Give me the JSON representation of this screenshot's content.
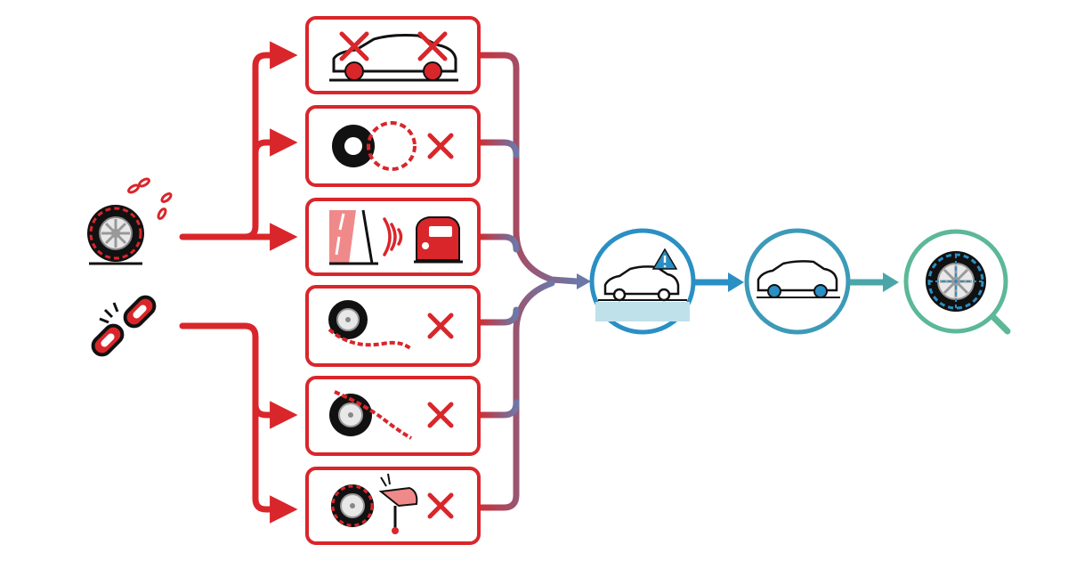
{
  "colors": {
    "problem_red": "#d9262b",
    "dark": "#1a1a1a",
    "link_purple": "#9a5a7a",
    "resolve_blue": "#2a8fc4",
    "resolve_teal": "#4aa6a8",
    "resolve_green": "#5cb897",
    "hazard_pink": "#f08a8a"
  },
  "sources": [
    {
      "id": "worn-chain",
      "icon": "tire-with-broken-chain-icon"
    },
    {
      "id": "broken-link",
      "icon": "broken-chain-link-icon"
    }
  ],
  "problem_cards": [
    {
      "id": "car-wheel-damage",
      "icon": "car-with-crossed-wheels-icon",
      "status": "fail"
    },
    {
      "id": "chain-mismatch",
      "icon": "tire-and-loose-chain-icon",
      "status": "fail"
    },
    {
      "id": "lane-departure",
      "icon": "road-warning-car-icon",
      "status": "alert"
    },
    {
      "id": "chain-dragging",
      "icon": "tire-with-dragging-chain-icon",
      "status": "fail"
    },
    {
      "id": "chain-slipping",
      "icon": "tire-with-slipping-chain-icon",
      "status": "fail"
    },
    {
      "id": "body-impact",
      "icon": "chain-hitting-fender-icon",
      "status": "fail"
    }
  ],
  "resolution_steps": [
    {
      "id": "slow-down-warning",
      "icon": "car-warning-icon"
    },
    {
      "id": "stop-safely",
      "icon": "parked-car-icon"
    },
    {
      "id": "inspect-chain",
      "icon": "magnify-tire-chain-icon"
    }
  ]
}
